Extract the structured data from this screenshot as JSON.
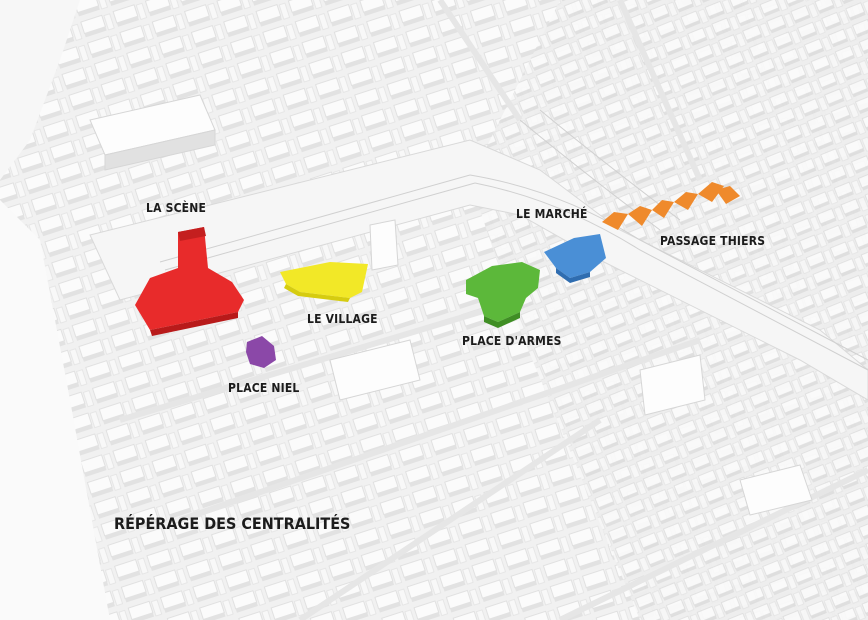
{
  "title": "RÉPÉRAGE DES CENTRALITÉS",
  "zones": [
    {
      "id": "la-scene",
      "label": "LA SCÈNE",
      "color": "#e82b2b"
    },
    {
      "id": "le-village",
      "label": "LE VILLAGE",
      "color": "#f2e827"
    },
    {
      "id": "place-niel",
      "label": "PLACE NIEL",
      "color": "#8b48a8"
    },
    {
      "id": "place-darmes",
      "label": "PLACE D'ARMES",
      "color": "#5cb83a"
    },
    {
      "id": "le-marche",
      "label": "LE MARCHÉ",
      "color": "#4a8fd6"
    },
    {
      "id": "passage-thiers",
      "label": "PASSAGE THIERS",
      "color": "#ef8a2c"
    }
  ]
}
